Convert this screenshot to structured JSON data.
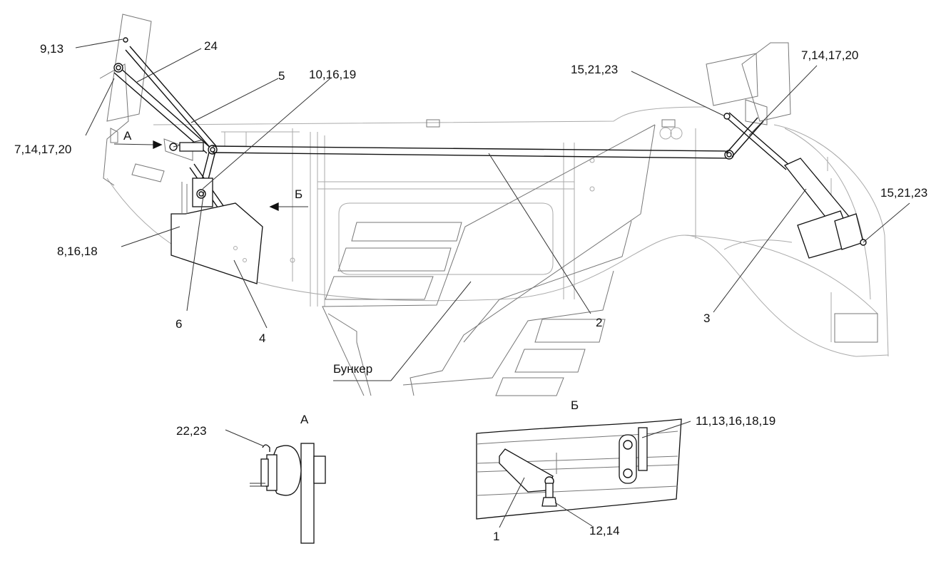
{
  "labels": {
    "l_9_13": "9,13",
    "l_24": "24",
    "l_5": "5",
    "l_10_16_19": "10,16,19",
    "l_7_14_17_20_left": "7,14,17,20",
    "l_A_arrow": "А",
    "l_B_arrow": "Б",
    "l_8_16_18": "8,16,18",
    "l_6": "6",
    "l_4": "4",
    "l_2": "2",
    "l_bunker": "Бункер",
    "l_15_21_23_top": "15,21,23",
    "l_7_14_17_20_right": "7,14,17,20",
    "l_15_21_23_right": "15,21,23",
    "l_3": "3",
    "view_A_title": "А",
    "view_B_title": "Б",
    "l_22_23": "22,23",
    "l_11_13_16_18_19": "11,13,16,18,19",
    "l_1": "1",
    "l_12_14": "12,14"
  }
}
